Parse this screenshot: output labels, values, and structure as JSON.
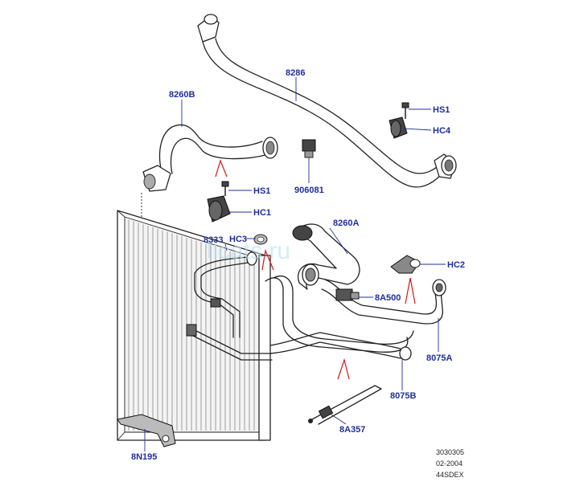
{
  "watermark": "Ilcats.ru",
  "labels": {
    "p8286": "8286",
    "p8260B": "8260B",
    "hs1_top": "HS1",
    "hc4": "HC4",
    "hs1_mid": "HS1",
    "p906081": "906081",
    "hc1": "HC1",
    "p8260A": "8260A",
    "p8333": "8333",
    "hc3": "HC3",
    "hc2": "HC2",
    "p8A500": "8A500",
    "p8075A": "8075A",
    "p8075B": "8075B",
    "p8A357": "8A357",
    "p8N195": "8N195"
  },
  "reference": {
    "code": "3030305",
    "date": "02-2004",
    "model": "44SDEX"
  },
  "colors": {
    "label": "#1f2f9a",
    "red_leader": "#d21818",
    "line": "#222222"
  }
}
